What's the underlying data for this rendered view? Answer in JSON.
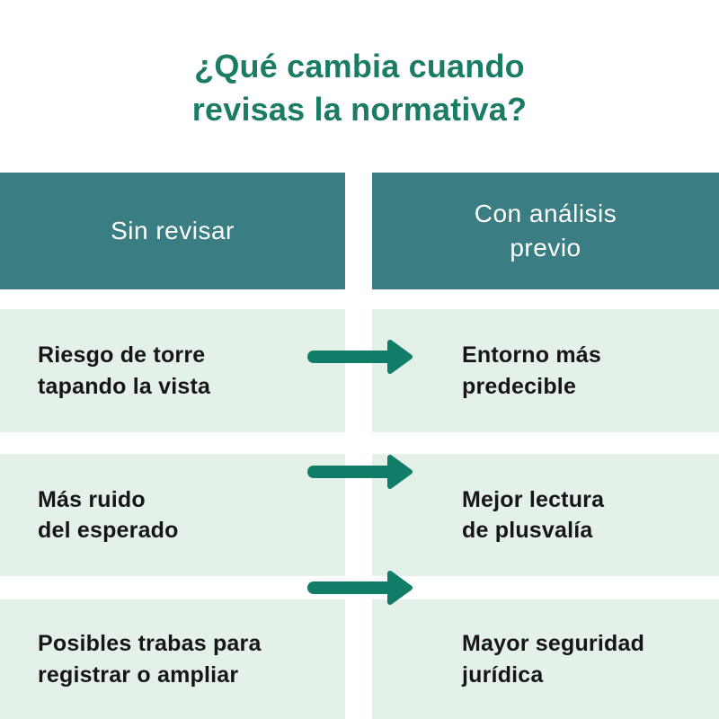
{
  "title": "¿Qué cambia cuando\nrevisas la normativa?",
  "columns": [
    {
      "label": "Sin revisar"
    },
    {
      "label": "Con análisis\nprevio"
    }
  ],
  "rows": [
    {
      "left": "Riesgo de torre\ntapando la vista",
      "right": "Entorno más\npredecible"
    },
    {
      "left": "Más ruido\ndel esperado",
      "right": "Mejor lectura\nde plusvalía"
    },
    {
      "left": "Posibles trabas para\nregistrar o ampliar",
      "right": "Mayor seguridad\njurídica"
    }
  ],
  "icons": [
    {
      "name": "arrow-right-icon",
      "meaning": "transforms into"
    }
  ],
  "colors": {
    "title_green": "#1b7c66",
    "header_teal": "#3a7d82",
    "row_mint": "#e4f1e8",
    "arrow_green": "#117c68",
    "text_dark": "#161616",
    "background": "#ffffff"
  }
}
